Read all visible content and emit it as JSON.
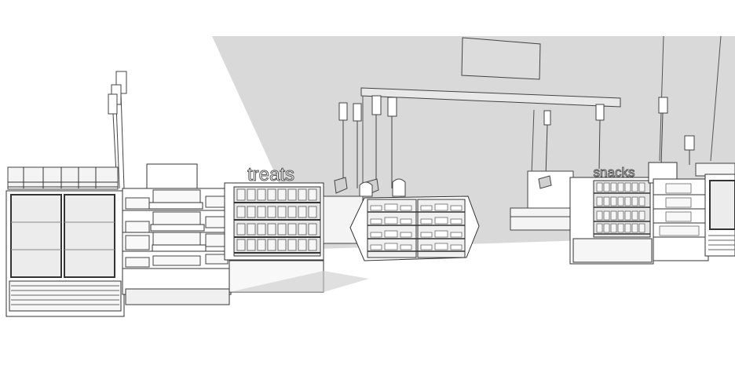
{
  "scene": {
    "description": "Monochrome 3D sketch rendering of a retail store front-end with merchandising fixtures and self-checkout stations",
    "colors": {
      "background": "#ffffff",
      "wall": "#d9d9d9",
      "line": "#333333",
      "fill_light": "#f2f2f2",
      "fill_mid": "#e0e0e0",
      "shadow": "#c8c8c8"
    }
  },
  "signage": {
    "treats_label": "treats",
    "snacks_label": "snacks"
  },
  "fixtures": [
    {
      "name": "reach-in-cooler-left",
      "doors": 2
    },
    {
      "name": "stepped-gondola-left",
      "shelves": 4
    },
    {
      "name": "treats-display-case",
      "shelves": 4
    },
    {
      "name": "center-hexagonal-display",
      "bays": 2,
      "shelves": 4
    },
    {
      "name": "snacks-display-case",
      "shelves": 4
    },
    {
      "name": "stepped-gondola-right",
      "shelves": 4
    },
    {
      "name": "reach-in-cooler-right",
      "doors": 1
    }
  ],
  "checkouts": {
    "self_checkout_stations_center": 2,
    "self_checkout_stations_right": 1,
    "lane_light_poles": 9
  }
}
